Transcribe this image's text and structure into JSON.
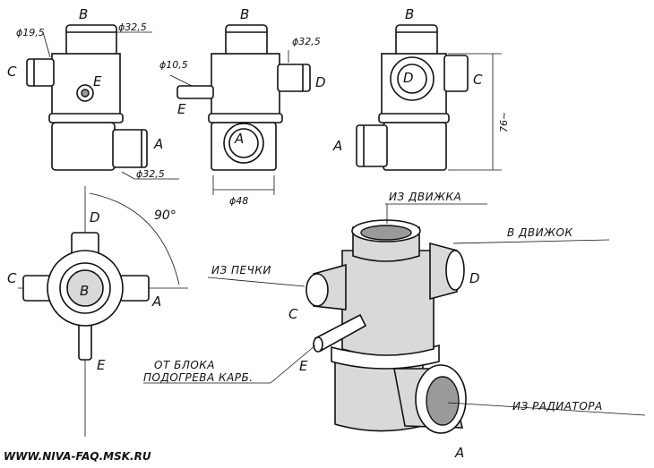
{
  "labels": {
    "B": "B",
    "C": "C",
    "D": "D",
    "E": "E",
    "A": "A"
  },
  "dimensions": {
    "d19_5": "ϕ19,5",
    "d32_5": "ϕ32,5",
    "d10_5": "ϕ10,5",
    "d48": "ϕ48",
    "h76": "76~",
    "angle90": "90°"
  },
  "annotations": {
    "from_valve": "ИЗ ДВИЖКА",
    "to_valve": "В ДВИЖОК",
    "from_heater": "ИЗ ПЕЧКИ",
    "from_block_1": "ОТ БЛОКА",
    "from_block_2": "ПОДОГРЕВА КАРБ.",
    "from_radiator": "ИЗ РАДИАТОРА"
  },
  "watermark": "WWW.NIVA-FAQ.MSK.RU"
}
